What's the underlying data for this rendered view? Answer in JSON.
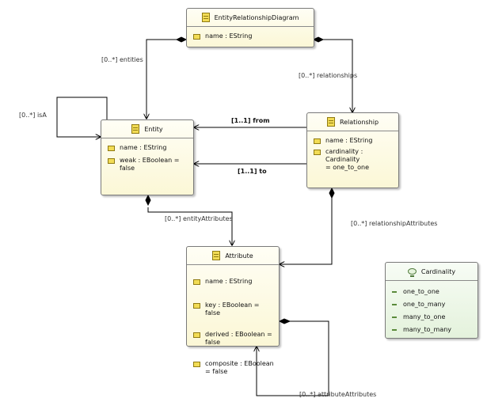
{
  "classes": {
    "erd": {
      "name": "EntityRelationshipDiagram",
      "attributes": [
        "name : EString"
      ]
    },
    "entity": {
      "name": "Entity",
      "attributes": [
        "name : EString",
        "weak : EBoolean = false"
      ]
    },
    "relationship": {
      "name": "Relationship",
      "attributes": [
        "name : EString",
        "cardinality : Cardinality\n= one_to_one"
      ]
    },
    "attribute": {
      "name": "Attribute",
      "attributes": [
        "name : EString",
        "key : EBoolean = false",
        "derived : EBoolean =\nfalse",
        "composite : EBoolean\n= false"
      ]
    }
  },
  "enum": {
    "name": "Cardinality",
    "literals": [
      "one_to_one",
      "one_to_many",
      "many_to_one",
      "many_to_many"
    ]
  },
  "references": {
    "entities": "[0..*] entities",
    "relationships": "[0..*] relationships",
    "isA": "[0..*] isA",
    "from": "[1..1] from",
    "to": "[1..1] to",
    "entityAttributes": "[0..*] entityAttributes",
    "relationshipAttributes": "[0..*] relationshipAttributes",
    "attributeAttributes": "[0..*] attributeAttributes"
  },
  "colors": {
    "class_fill": "#fbf7d6",
    "enum_fill": "#e4f2dc",
    "edge": "#000000"
  }
}
